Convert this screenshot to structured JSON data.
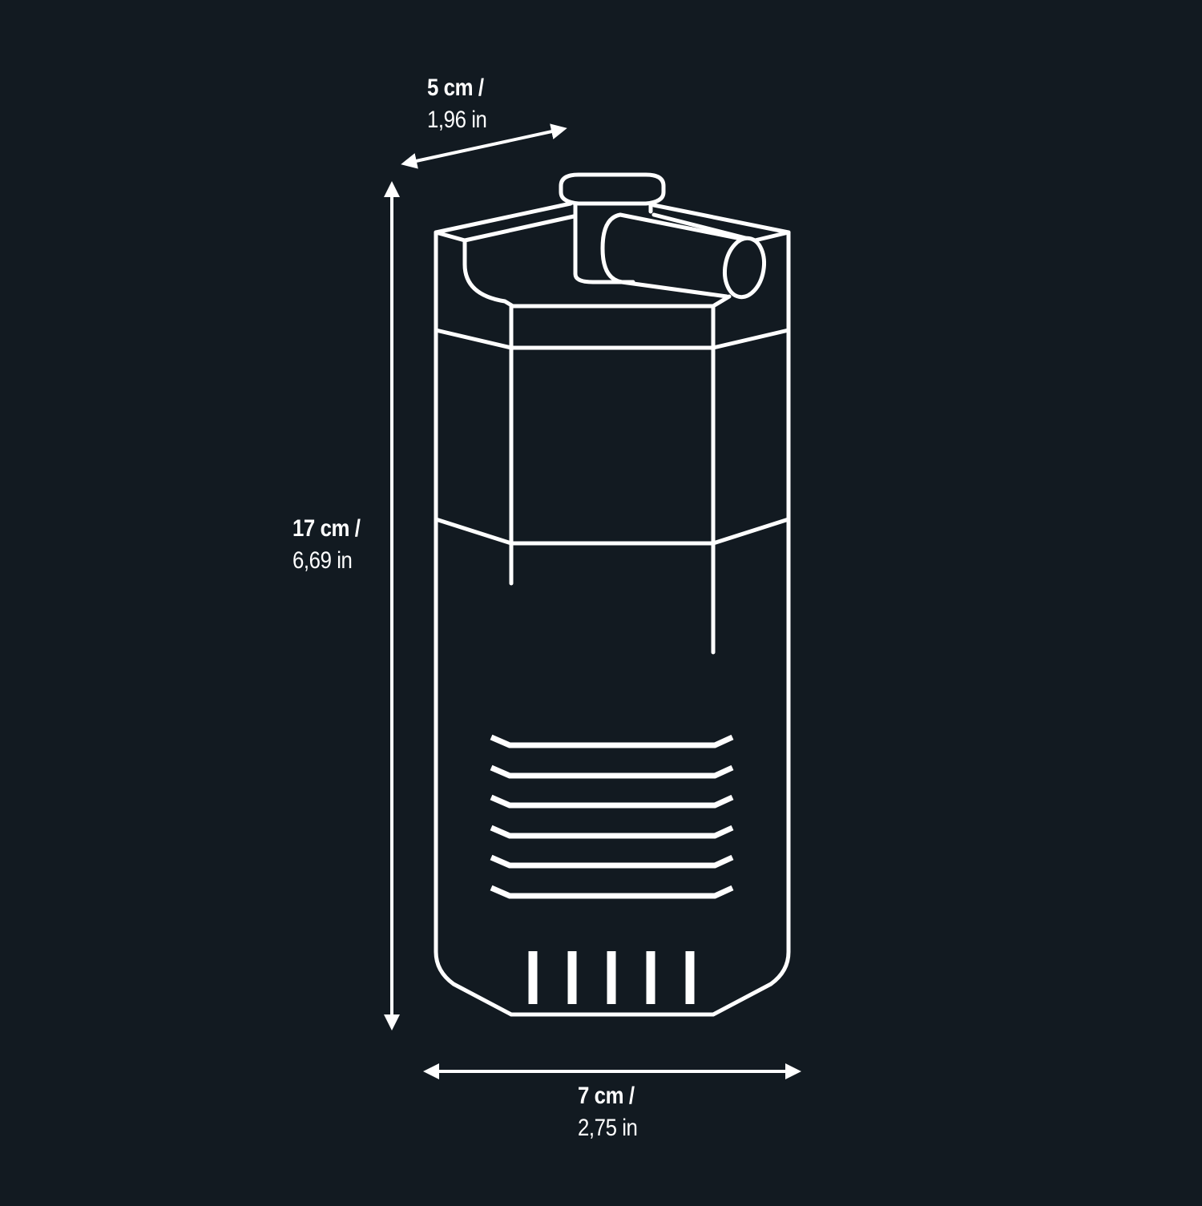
{
  "diagram": {
    "title": "Product dimensions",
    "subject": "internal aquarium filter",
    "background_color": "#121a21",
    "line_color": "#ffffff",
    "dimensions": {
      "depth": {
        "metric": "5 cm /",
        "imperial": "1,96 in"
      },
      "height": {
        "metric": "17 cm /",
        "imperial": "6,69 in"
      },
      "width": {
        "metric": "7 cm /",
        "imperial": "2,75 in"
      }
    },
    "features": {
      "intake_slots_horizontal": 6,
      "intake_slots_vertical": 5,
      "outlet_nozzle": "cylindrical-outlet",
      "top_cap": "adjustment-knob"
    }
  }
}
